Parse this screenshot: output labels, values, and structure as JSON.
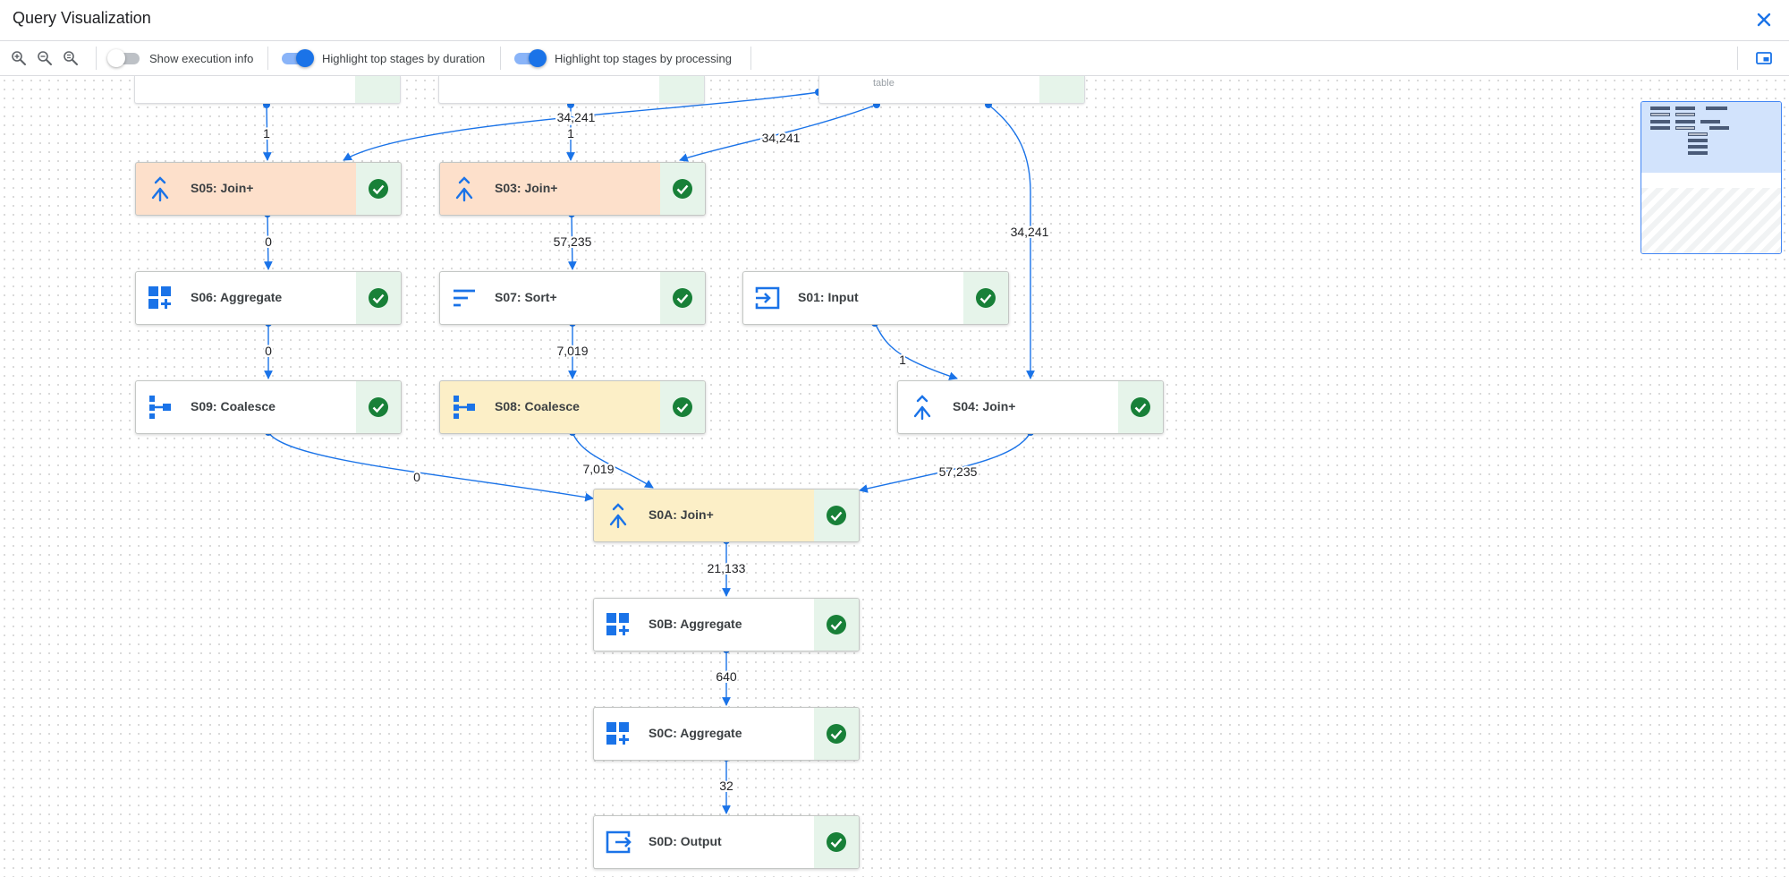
{
  "header": {
    "title": "Query Visualization",
    "close_icon": "close-icon"
  },
  "toolbar": {
    "zoom_in_icon": "zoom-in-icon",
    "zoom_out_icon": "zoom-out-icon",
    "zoom_reset_icon": "zoom-reset-icon",
    "toggles": [
      {
        "label": "Show execution info",
        "on": false
      },
      {
        "label": "Highlight top stages by duration",
        "on": true
      },
      {
        "label": "Highlight top stages by processing",
        "on": true
      }
    ],
    "minimap_toggle_icon": "picture-in-picture-icon"
  },
  "colors": {
    "accent": "#1a73e8",
    "edge": "#1a73e8",
    "status_bg": "#e6f4ea",
    "status_check": "#188038",
    "highlight_orange": "#fde0cb",
    "highlight_yellow": "#fcefc7"
  },
  "graph": {
    "partial_top_label": "table",
    "stages": [
      {
        "id": "S05",
        "label": "S05: Join+",
        "icon": "join-icon",
        "highlight": "orange",
        "status": "complete"
      },
      {
        "id": "S03",
        "label": "S03: Join+",
        "icon": "join-icon",
        "highlight": "orange",
        "status": "complete"
      },
      {
        "id": "S06",
        "label": "S06: Aggregate",
        "icon": "aggregate-icon",
        "highlight": "none",
        "status": "complete"
      },
      {
        "id": "S07",
        "label": "S07: Sort+",
        "icon": "sort-icon",
        "highlight": "none",
        "status": "complete"
      },
      {
        "id": "S01",
        "label": "S01: Input",
        "icon": "input-icon",
        "highlight": "none",
        "status": "complete"
      },
      {
        "id": "S09",
        "label": "S09: Coalesce",
        "icon": "coalesce-icon",
        "highlight": "none",
        "status": "complete"
      },
      {
        "id": "S08",
        "label": "S08: Coalesce",
        "icon": "coalesce-icon",
        "highlight": "yellow",
        "status": "complete"
      },
      {
        "id": "S04",
        "label": "S04: Join+",
        "icon": "join-icon",
        "highlight": "none",
        "status": "complete"
      },
      {
        "id": "S0A",
        "label": "S0A: Join+",
        "icon": "join-icon",
        "highlight": "yellow",
        "status": "complete"
      },
      {
        "id": "S0B",
        "label": "S0B: Aggregate",
        "icon": "aggregate-icon",
        "highlight": "none",
        "status": "complete"
      },
      {
        "id": "S0C",
        "label": "S0C: Aggregate",
        "icon": "aggregate-icon",
        "highlight": "none",
        "status": "complete"
      },
      {
        "id": "S0D",
        "label": "S0D: Output",
        "icon": "output-icon",
        "highlight": "none",
        "status": "complete"
      }
    ],
    "edge_labels": {
      "topA_S05": "1",
      "topB_S03": "1",
      "topC_S05": "34,241",
      "topC_S03": "34,241",
      "topC_S04": "34,241",
      "S05_S06": "0",
      "S03_S07": "57,235",
      "S06_S09": "0",
      "S07_S08": "7,019",
      "S01_S04": "1",
      "S09_S0A": "0",
      "S08_S0A": "7,019",
      "S04_S0A": "57,235",
      "S0A_S0B": "21,133",
      "S0B_S0C": "640",
      "S0C_S0D": "32"
    }
  }
}
